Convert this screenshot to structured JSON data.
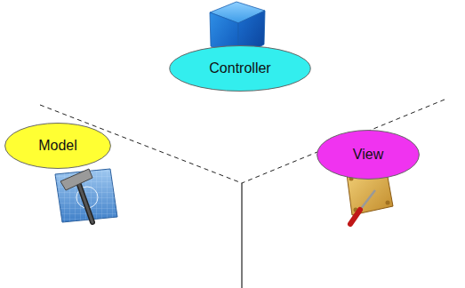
{
  "diagram": {
    "nodes": [
      {
        "text": [
          "Controller"
        ]
      },
      {
        "text": [
          "Model"
        ]
      },
      {
        "text": [
          "View"
        ]
      }
    ]
  }
}
